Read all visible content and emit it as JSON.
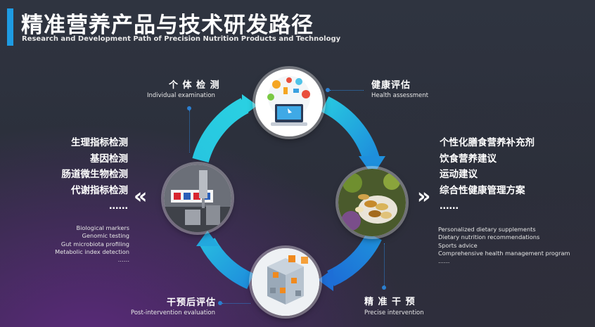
{
  "header": {
    "title": "精准营养产品与技术研发路径",
    "subtitle": "Research and Development Path of Precision Nutrition Products and Technology"
  },
  "nodes": {
    "top_left": {
      "cn": "个 体 检 测",
      "en": "Individual examination"
    },
    "top_right": {
      "cn": "健康评估",
      "en": "Health assessment"
    },
    "bottom_left": {
      "cn": "干预后评估",
      "en": "Post-intervention evaluation"
    },
    "bottom_right": {
      "cn": "精 准 干 预",
      "en": "Precise intervention"
    }
  },
  "left_list": {
    "cn": [
      "生理指标检测",
      "基因检测",
      "肠道微生物检测",
      "代谢指标检测",
      "……"
    ],
    "en": [
      "Biological markers",
      "Genomic testing",
      "Gut microbiota profiling",
      "Metabolic index detection",
      "……"
    ]
  },
  "right_list": {
    "cn": [
      "个性化膳食营养补充剂",
      "饮食营养建议",
      "运动建议",
      "综合性健康管理方案",
      "……"
    ],
    "en": [
      "Personalized dietary supplements",
      "Dietary nutrition recommendations",
      "Sports advice",
      "Comprehensive health management program",
      "……"
    ]
  },
  "colors": {
    "accent": "#1e9be2",
    "ring_light": "#27c6e0",
    "ring_dark": "#1d74d8",
    "dot": "#2b7fd0"
  },
  "icons": {
    "left_chevron": "double-chevron-left-icon",
    "right_chevron": "double-chevron-right-icon",
    "chev_left": "«",
    "chev_right": "»"
  }
}
